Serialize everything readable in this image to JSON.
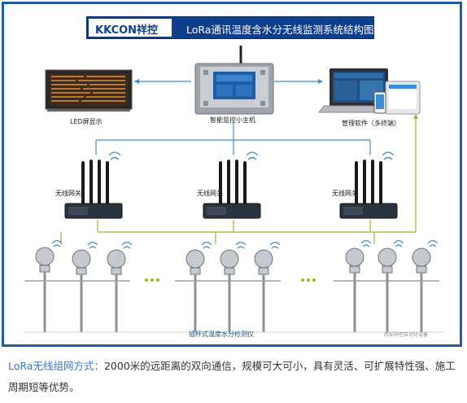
{
  "header": {
    "logo": "KKCON祥控",
    "title": "LoRa通讯温度含水分无线监测系统结构图"
  },
  "labels": {
    "led": "LED屏显示",
    "host": "智能监控小主机",
    "software": "管理软件（多终端）",
    "gateway": "无线网关",
    "sensors": "插杆式温度水分检测仪",
    "watermark": "西安祥控自动化设备"
  },
  "caption": {
    "highlight": "LoRa无线组网方式：",
    "body": "2000米的远距离的双向通信，规模可大可小，具有灵活、可扩展特性强、施工周期短等优势。"
  },
  "colors": {
    "frame": "#1f5fa6",
    "header_bg": "#0f3f8c",
    "link_blue": "#3a8fd6",
    "link_green": "#9ab52a",
    "caption_highlight": "#3a77c5"
  }
}
